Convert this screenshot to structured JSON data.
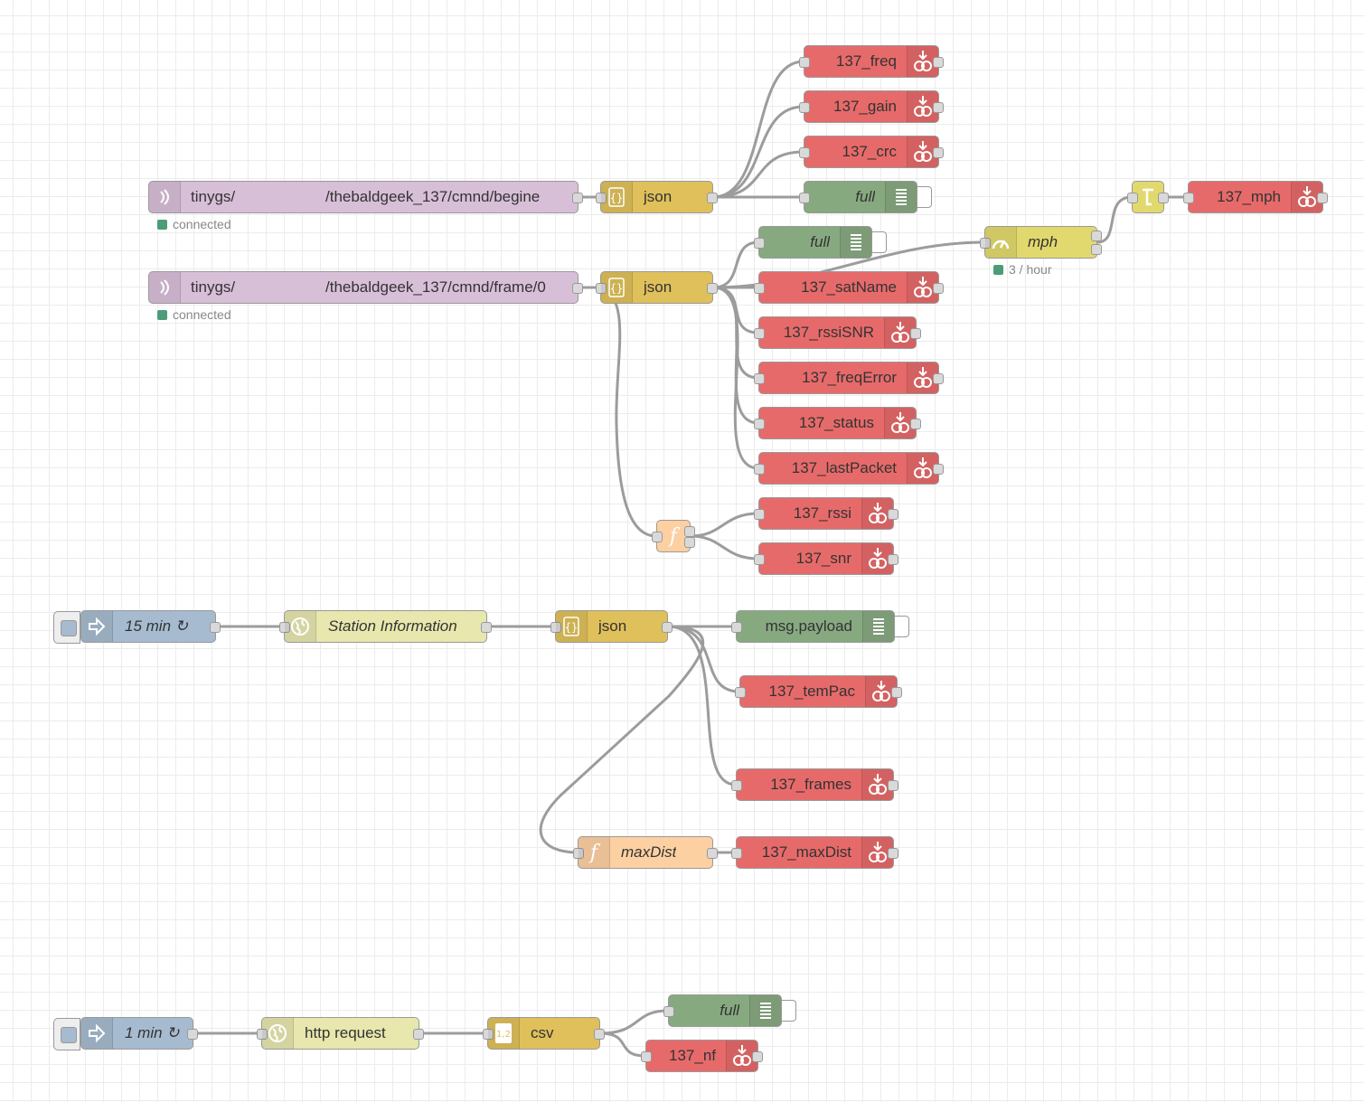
{
  "mqtt_begine": {
    "prefix": "tinygs/",
    "topic": "/thebaldgeek_137/cmnd/begine",
    "status": "connected"
  },
  "mqtt_frame": {
    "prefix": "tinygs/",
    "topic": "/thebaldgeek_137/cmnd/frame/0",
    "status": "connected"
  },
  "json_begine": {
    "label": "json"
  },
  "json_frame": {
    "label": "json"
  },
  "json_station": {
    "label": "json"
  },
  "out_freq": {
    "label": "137_freq"
  },
  "out_gain": {
    "label": "137_gain"
  },
  "out_crc": {
    "label": "137_crc"
  },
  "debug_begine": {
    "label": "full"
  },
  "debug_frame": {
    "label": "full"
  },
  "out_satName": {
    "label": "137_satName"
  },
  "out_rssiSNR": {
    "label": "137_rssiSNR"
  },
  "out_freqError": {
    "label": "137_freqError"
  },
  "out_status": {
    "label": "137_status"
  },
  "out_lastPacket": {
    "label": "137_lastPacket"
  },
  "out_rssi": {
    "label": "137_rssi"
  },
  "out_snr": {
    "label": "137_snr"
  },
  "rate_mph": {
    "label": "mph",
    "status": "3 / hour"
  },
  "out_mph": {
    "label": "137_mph"
  },
  "inject_15": {
    "label": "15 min ↻"
  },
  "http_station": {
    "label": "Station Information"
  },
  "debug_payload": {
    "label": "msg.payload"
  },
  "out_tempac": {
    "label": "137_temPac"
  },
  "out_frames": {
    "label": "137_frames"
  },
  "func_maxdist": {
    "label": "maxDist"
  },
  "out_maxdist": {
    "label": "137_maxDist"
  },
  "inject_1": {
    "label": "1 min ↻"
  },
  "http_request": {
    "label": "http request"
  },
  "csv": {
    "label": "csv"
  },
  "debug_full3": {
    "label": "full"
  },
  "out_nf": {
    "label": "137_nf"
  },
  "colors": {
    "output": "#e76a6a",
    "debug": "#87a980",
    "mqtt": "#d8bfd8",
    "json": "#dfc05a",
    "function": "#fdd0a2",
    "inject": "#a6bbcf",
    "http": "#e7e7ae",
    "status_dot": "#4c9c78"
  },
  "icons": {
    "mqtt": "mqtt-wave-icon",
    "json": "braces-icon",
    "output": "influx-output-icon",
    "debug": "list-lines-icon",
    "function": "function-f-icon",
    "inject": "inject-arrow-icon",
    "http": "globe-icon",
    "csv": "csv-icon",
    "rate": "gauge-icon",
    "switch": "switch-icon"
  }
}
